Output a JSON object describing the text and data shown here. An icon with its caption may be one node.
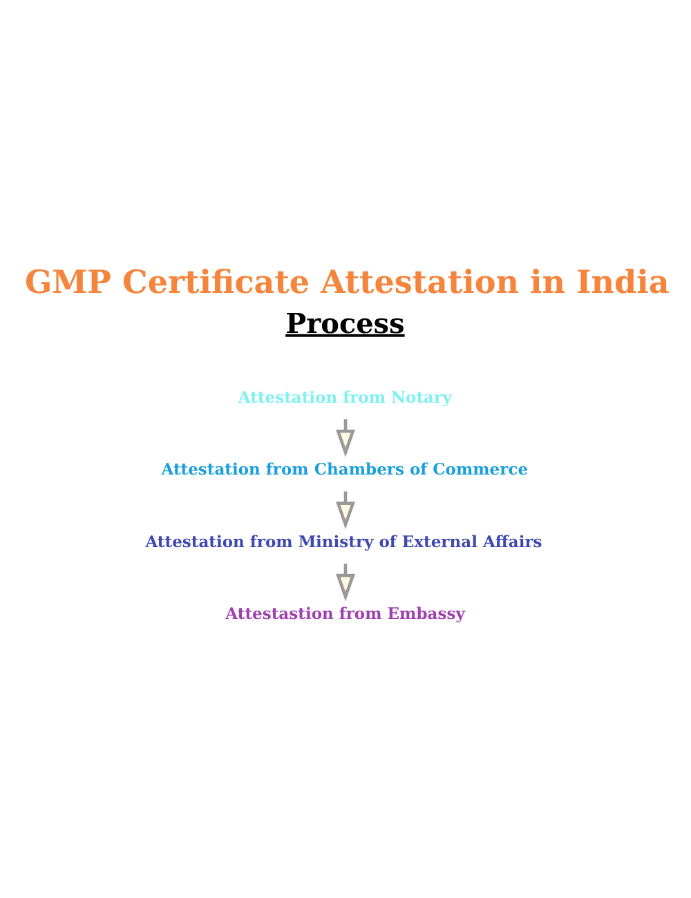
{
  "diagram": {
    "title": "GMP Certificate Attestation in India",
    "nodes": [
      {
        "text": [
          "Attestation from Notary"
        ]
      },
      {
        "text": [
          "Attestation from Chambers of Commerce"
        ]
      },
      {
        "text": [
          "Attestation from Ministry of External Affairs"
        ]
      },
      {
        "text": [
          "Attestastion from Embassy"
        ]
      }
    ],
    "edges": [
      {
        "from": 0,
        "to": 1,
        "arrow": "to"
      },
      {
        "from": 1,
        "to": 2,
        "arrow": "to"
      },
      {
        "from": 2,
        "to": 3,
        "arrow": "to"
      }
    ],
    "labels": [
      "Process"
    ]
  }
}
